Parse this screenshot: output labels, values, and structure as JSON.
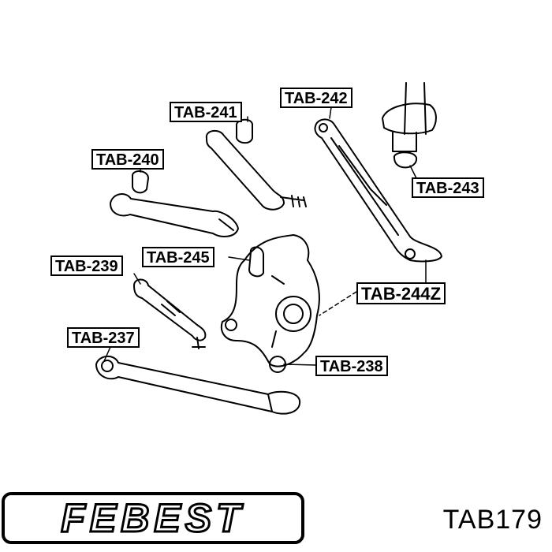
{
  "labels": {
    "tab241": "TAB-241",
    "tab242": "TAB-242",
    "tab240": "TAB-240",
    "tab243": "TAB-243",
    "tab245": "TAB-245",
    "tab239": "TAB-239",
    "tab244z": "TAB-244Z",
    "tab237": "TAB-237",
    "tab238": "TAB-238"
  },
  "brand": {
    "name": "FEBEST"
  },
  "part_number": "TAB179"
}
